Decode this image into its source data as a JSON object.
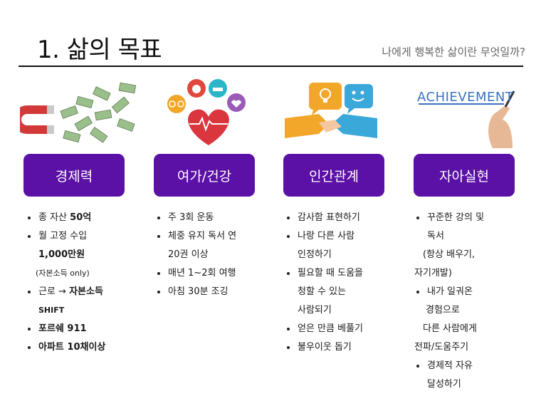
{
  "header": {
    "title": "1. 삶의 목표",
    "subtitle": "나에게 행복한 삶이란 무엇일까?"
  },
  "illustrations": {
    "magnet_money": "magnet-money-icon",
    "health": "health-heart-icon",
    "relations": "handshake-ideas-icon",
    "achievement_text": "ACHIEVEMENT"
  },
  "cards": [
    "경제력",
    "여가/건강",
    "인간관계",
    "자아실현"
  ],
  "col1": {
    "l1a": "종 자산 ",
    "l1b": "50억",
    "l2": "월 고정 수입",
    "l3": "1,000만원",
    "l4": "(자본소득 only)",
    "l5a": "근로 → ",
    "l5b": "자본소득",
    "l6": "SHIFT",
    "l7": "포르쉐 911",
    "l8": "아파트 10채이상"
  },
  "col2": {
    "l1": "주 3회 운동",
    "l2": "체중 유지 독서 연",
    "l3": "20권 이상",
    "l4": "매년 1~2회 여행",
    "l5": "아침 30분 조깅"
  },
  "col3": {
    "l1": "감사함 표현하기",
    "l2": "나랑 다른 사람",
    "l3": "인정하기",
    "l4": "필요할 때 도움을",
    "l5": "청할 수 있는",
    "l6": "사람되기",
    "l7": "얻은 만큼 베풀기",
    "l8": "불우이웃 돕기"
  },
  "col4": {
    "l1": "꾸준한 강의 및",
    "l2": "독서",
    "l3": "(항상 배우기,",
    "l4": "자기개발)",
    "l5": "내가 일궈온",
    "l6": "경험으로",
    "l7": "다른 사람에게",
    "l8": "전파/도움주기",
    "l9": "경제적 자유",
    "l10": "달성하기"
  },
  "colors": {
    "card": "#5b10a6",
    "heart": "#d9363e",
    "money": "#9bbf8a"
  }
}
